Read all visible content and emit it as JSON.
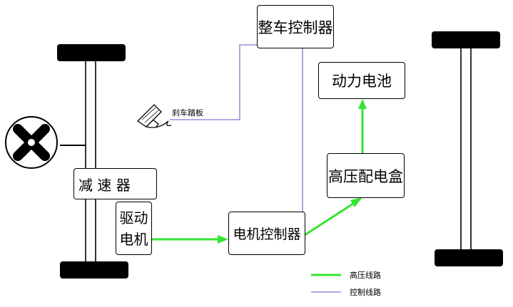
{
  "components": {
    "vcu": "整车控制器",
    "battery": "动力电池",
    "hv_box": "高压配电盒",
    "reducer": "减 速 器",
    "motor_line1": "驱动",
    "motor_line2": "电机",
    "mcu": "电机控制器",
    "brake_pedal": "刹车踏板"
  },
  "legend": {
    "high_voltage": "高压线路",
    "control": "控制线路"
  },
  "colors": {
    "high_voltage_line": "#33e633",
    "control_line": "#7a7ad6",
    "outline": "#000000",
    "wheel_fill": "#000000"
  }
}
